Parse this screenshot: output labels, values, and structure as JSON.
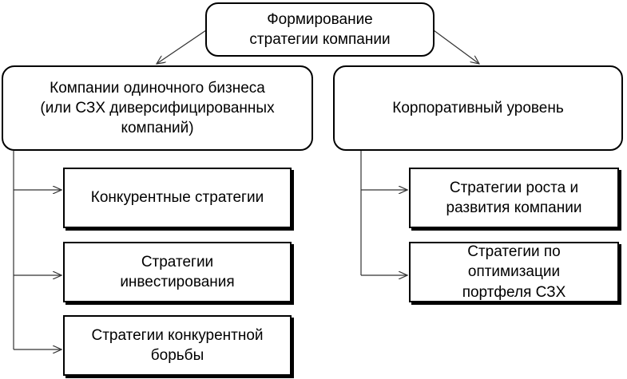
{
  "diagram": {
    "root": {
      "lines": [
        "Формирование",
        "стратегии компании"
      ]
    },
    "left_branch": {
      "lines": [
        "Компании одиночного бизнеса",
        "(или СЗХ диверсифицированных",
        "компаний)"
      ],
      "children": [
        {
          "lines": [
            "Конкурентные стратегии"
          ]
        },
        {
          "lines": [
            "Стратегии",
            "инвестирования"
          ]
        },
        {
          "lines": [
            "Стратегии конкурентной",
            "борьбы"
          ]
        }
      ]
    },
    "right_branch": {
      "lines": [
        "Корпоративный уровень"
      ],
      "children": [
        {
          "lines": [
            "Стратегии роста и",
            "развития компании"
          ]
        },
        {
          "lines": [
            "Стратегии по",
            "оптимизации",
            "портфеля СЗХ"
          ]
        }
      ]
    }
  }
}
